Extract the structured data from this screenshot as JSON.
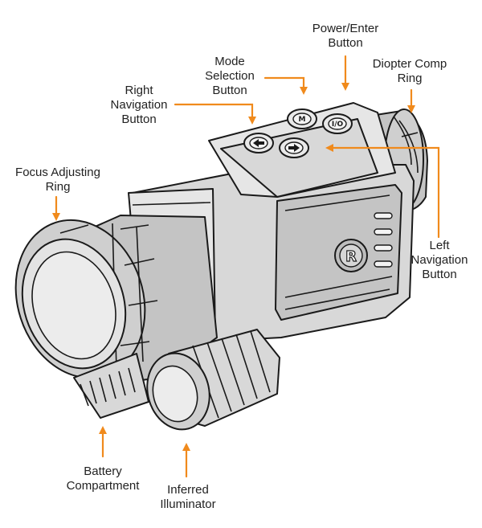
{
  "labels": {
    "power_enter": [
      "Power/Enter",
      "Button"
    ],
    "mode_selection": [
      "Mode",
      "Selection",
      "Button"
    ],
    "diopter": [
      "Diopter Comp",
      "Ring"
    ],
    "right_nav": [
      "Right",
      "Navigation",
      "Button"
    ],
    "focus": [
      "Focus Adjusting",
      "Ring"
    ],
    "left_nav": [
      "Left",
      "Navigation",
      "Button"
    ],
    "battery": [
      "Battery",
      "Compartment"
    ],
    "illuminator": [
      "Inferred",
      "Illuminator"
    ]
  },
  "button_glyphs": {
    "mode": "M",
    "power": "I/O"
  },
  "logo": {
    "letter": "R"
  },
  "colors": {
    "arrow": "#f08a1c",
    "outline": "#1a1a1a",
    "body": "#d8d8d8"
  }
}
